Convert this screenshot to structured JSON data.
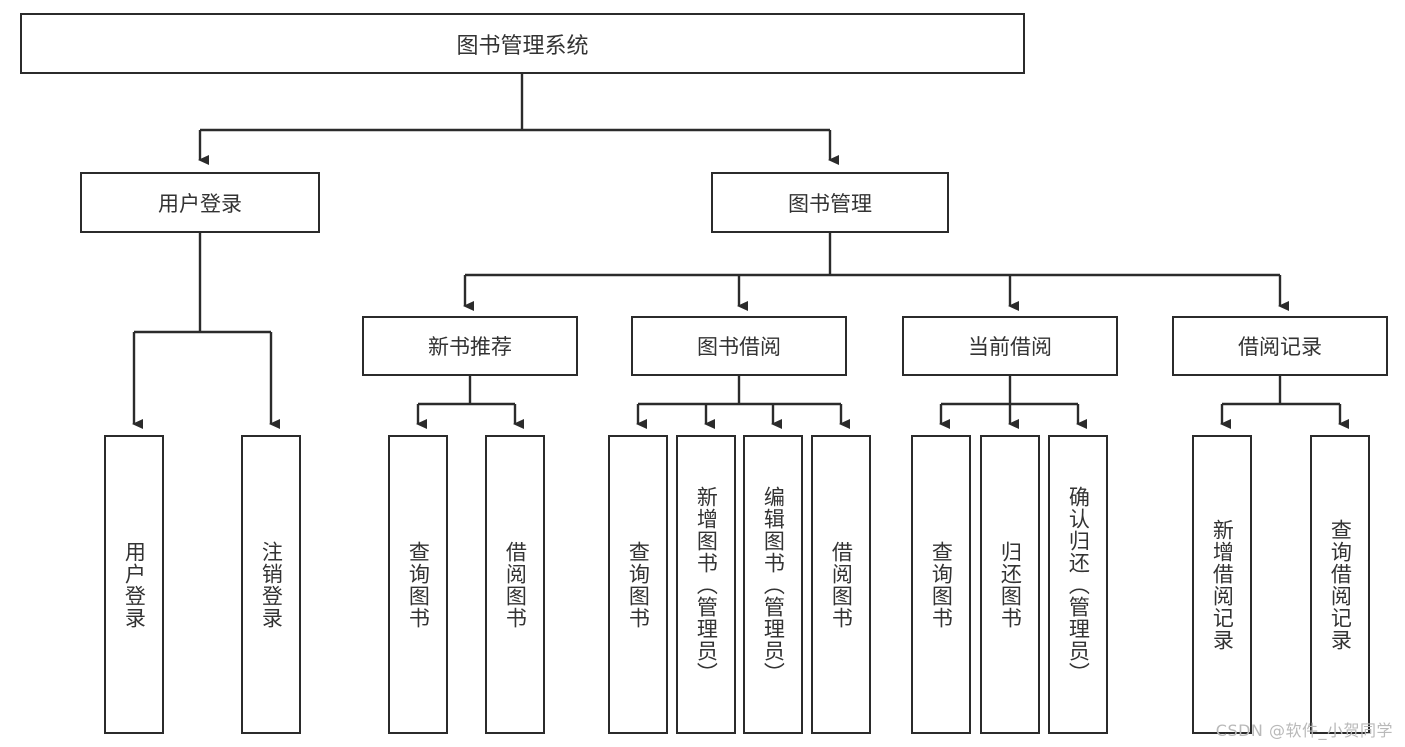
{
  "diagram": {
    "title": "图书管理系统",
    "type": "tree-hierarchy",
    "watermark": "CSDN @软件_小贺同学",
    "colors": {
      "box_border": "#2b2b2b",
      "box_fill": "#ffffff",
      "text": "#333333",
      "watermark": "#b9b9b9",
      "background": "#ffffff"
    },
    "root": {
      "label": "图书管理系统",
      "children": [
        {
          "label": "用户登录",
          "children": [
            {
              "label": "用户登录"
            },
            {
              "label": "注销登录"
            }
          ]
        },
        {
          "label": "图书管理",
          "children": [
            {
              "label": "新书推荐",
              "children": [
                {
                  "label": "查询图书"
                },
                {
                  "label": "借阅图书"
                }
              ]
            },
            {
              "label": "图书借阅",
              "children": [
                {
                  "label": "查询图书"
                },
                {
                  "label": "新增图书（管理员）"
                },
                {
                  "label": "编辑图书（管理员）"
                },
                {
                  "label": "借阅图书"
                }
              ]
            },
            {
              "label": "当前借阅",
              "children": [
                {
                  "label": "查询图书"
                },
                {
                  "label": "归还图书"
                },
                {
                  "label": "确认归还（管理员）"
                }
              ]
            },
            {
              "label": "借阅记录",
              "children": [
                {
                  "label": "新增借阅记录"
                },
                {
                  "label": "查询借阅记录"
                }
              ]
            }
          ]
        }
      ]
    },
    "nodes": {
      "root": {
        "label": "图书管理系统"
      },
      "user_login": {
        "label": "用户登录"
      },
      "book_manage": {
        "label": "图书管理"
      },
      "new_book_rec": {
        "label": "新书推荐"
      },
      "book_borrow": {
        "label": "图书借阅"
      },
      "current_borrow": {
        "label": "当前借阅"
      },
      "borrow_record": {
        "label": "借阅记录"
      },
      "leaf_user_login": {
        "label": "用户登录"
      },
      "leaf_logout": {
        "label": "注销登录"
      },
      "leaf_query_book_1": {
        "label": "查询图书"
      },
      "leaf_borrow_book_1": {
        "label": "借阅图书"
      },
      "leaf_query_book_2": {
        "label": "查询图书"
      },
      "leaf_add_book": {
        "label": "新增图书（管理员）"
      },
      "leaf_edit_book": {
        "label": "编辑图书（管理员）"
      },
      "leaf_borrow_book_2": {
        "label": "借阅图书"
      },
      "leaf_query_book_3": {
        "label": "查询图书"
      },
      "leaf_return_book": {
        "label": "归还图书"
      },
      "leaf_confirm_return": {
        "label": "确认归还（管理员）"
      },
      "leaf_add_record": {
        "label": "新增借阅记录"
      },
      "leaf_query_record": {
        "label": "查询借阅记录"
      }
    }
  }
}
